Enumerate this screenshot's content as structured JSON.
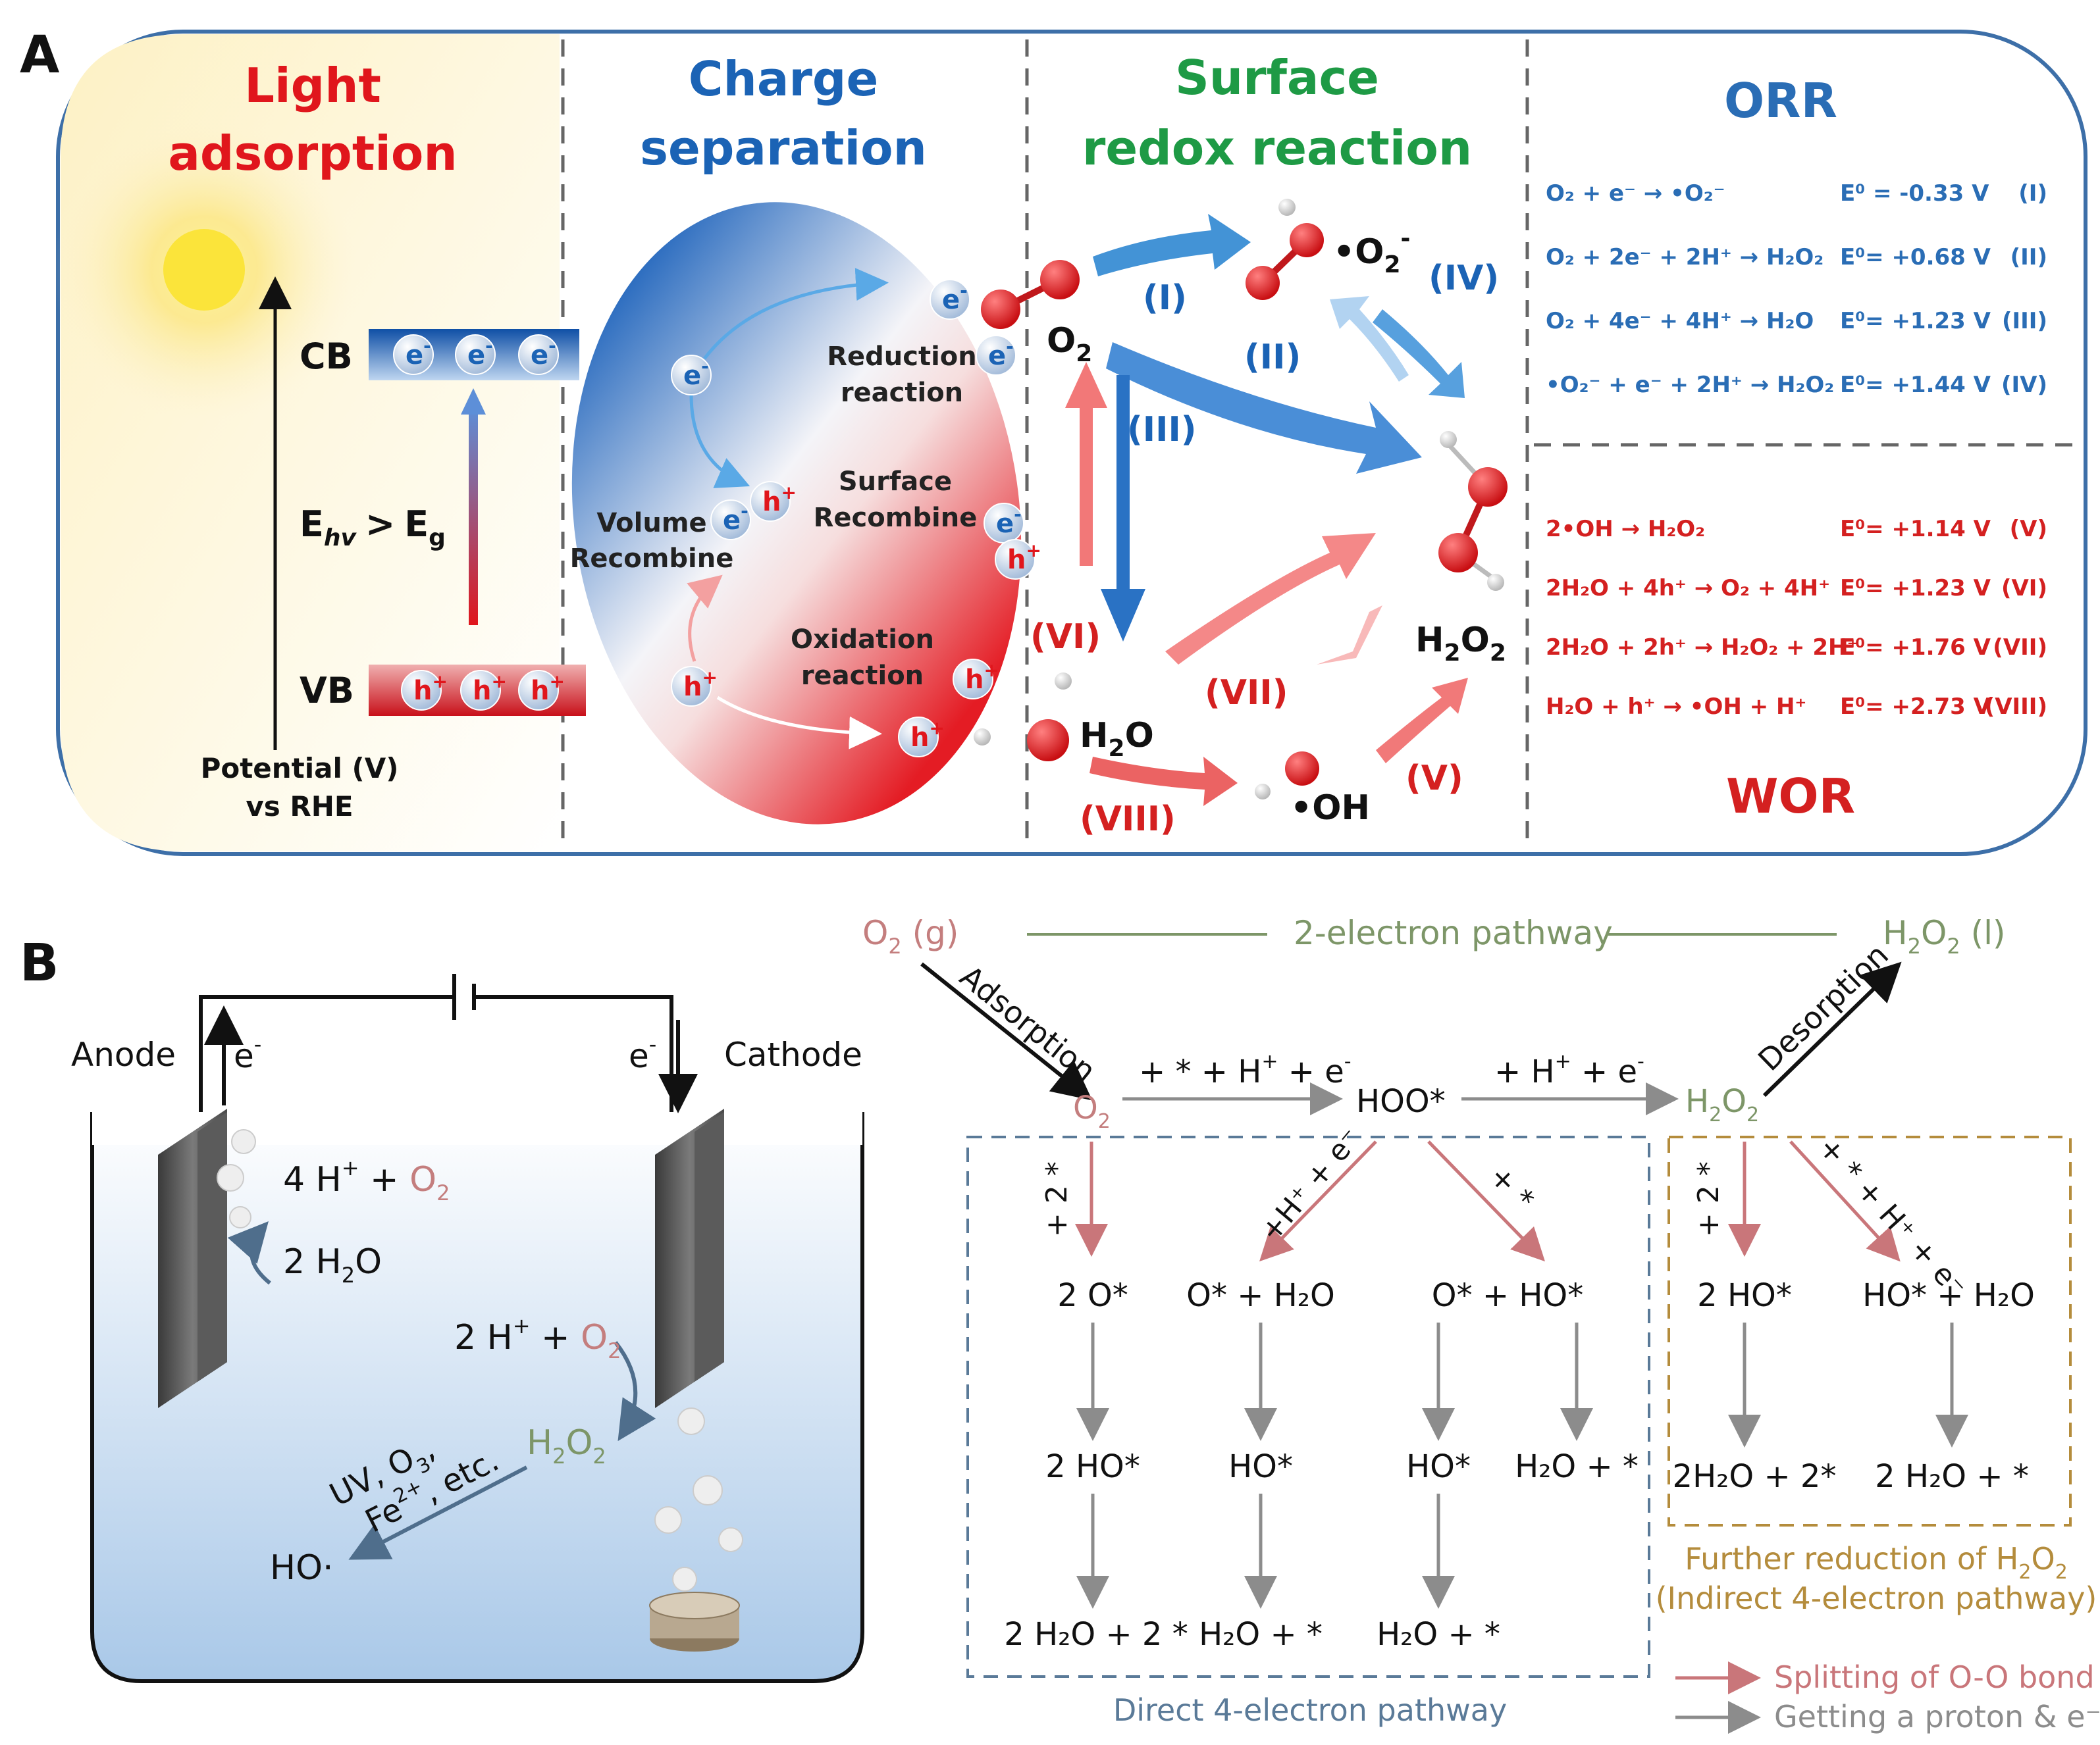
{
  "colors": {
    "red": "#e0161c",
    "blue": "#1b63b5",
    "green": "#1e9a45",
    "orr_blue": "#2a6db5",
    "wor_red": "#d42020",
    "pink_o2": "#c47e7e",
    "olive_h2o2": "#7d9668",
    "tan": "#b48c3c",
    "slate": "#5a7a98",
    "gray_arrow": "#8c8c8c",
    "pink_arrow": "#c9767a"
  },
  "panel_a": {
    "label": "A",
    "headers": {
      "light": [
        "Light",
        "adsorption"
      ],
      "charge": [
        "Charge",
        "separation"
      ],
      "surface": [
        "Surface",
        "redox reaction"
      ],
      "orr": "ORR",
      "wor": "WOR"
    },
    "band": {
      "cb": "CB",
      "vb": "VB",
      "energy": "E",
      "energy_sub": "hv",
      "gt": ">",
      "gap": "E",
      "gap_sub": "g",
      "potential": [
        "Potential (V)",
        "vs RHE"
      ],
      "electron": "e",
      "electron_sup": "-",
      "hole": "h",
      "hole_sup": "+"
    },
    "particle": {
      "reduction": [
        "Reduction",
        "reaction"
      ],
      "surface_recombine": [
        "Surface",
        "Recombine"
      ],
      "volume_recombine": [
        "Volume",
        "Recombine"
      ],
      "oxidation": [
        "Oxidation",
        "reaction"
      ]
    },
    "species": {
      "o2": "O",
      "o2_sub": "2",
      "superoxide": "•O",
      "superoxide_sub": "2",
      "superoxide_sup": "-",
      "h2o2": "H",
      "h2o2_sub1": "2",
      "h2o2_o": "O",
      "h2o2_sub2": "2",
      "h2o": "H",
      "h2o_sub": "2",
      "h2o_o": "O",
      "oh": "•OH"
    },
    "path_labels": [
      "(I)",
      "(II)",
      "(III)",
      "(IV)",
      "(V)",
      "(VI)",
      "(VII)",
      "(VIII)"
    ],
    "orr_equations": [
      {
        "lhs": "O₂ + e⁻ → •O₂⁻",
        "e0": "E⁰ = -0.33 V",
        "num": "(I)"
      },
      {
        "lhs": "O₂ + 2e⁻ + 2H⁺ → H₂O₂",
        "e0": "E⁰= +0.68 V",
        "num": "(II)"
      },
      {
        "lhs": "O₂ + 4e⁻ + 4H⁺ → H₂O",
        "e0": "E⁰= +1.23 V",
        "num": "(III)"
      },
      {
        "lhs": "•O₂⁻ + e⁻ + 2H⁺ → H₂O₂",
        "e0": "E⁰= +1.44 V",
        "num": "(IV)"
      }
    ],
    "wor_equations": [
      {
        "lhs": "2•OH → H₂O₂",
        "e0": "E⁰= +1.14 V",
        "num": "(V)"
      },
      {
        "lhs": "2H₂O + 4h⁺ → O₂ + 4H⁺",
        "e0": "E⁰= +1.23 V",
        "num": "(VI)"
      },
      {
        "lhs": "2H₂O + 2h⁺ → H₂O₂ + 2H⁺",
        "e0": "E⁰= +1.76 V",
        "num": "(VII)"
      },
      {
        "lhs": "H₂O + h⁺ → •OH + H⁺",
        "e0": "E⁰= +2.73 V",
        "num": "(VIII)"
      }
    ]
  },
  "panel_b": {
    "label": "B",
    "cell": {
      "anode": "Anode",
      "cathode": "Cathode",
      "e_left": "e",
      "e_right": "e",
      "e_sup": "-",
      "anode_top": [
        "4 H",
        "+",
        " + ",
        "O",
        "2"
      ],
      "anode_bottom": [
        "2 H",
        "2",
        "O"
      ],
      "cathode_reactant": [
        "2 H",
        "+",
        " + ",
        "O",
        "2"
      ],
      "h2o2": [
        "H",
        "2",
        "O",
        "2"
      ],
      "activators": [
        "UV, O",
        "3",
        ",",
        "Fe",
        "2+",
        ", etc."
      ],
      "radical": "HO·"
    },
    "pathway": {
      "o2g": [
        "O",
        "2",
        " (g)"
      ],
      "two_electron": "2-electron pathway",
      "h2o2l": [
        "H",
        "2",
        "O",
        "2",
        " (l)"
      ],
      "adsorption": "Adsorption",
      "desorption": "Desorption",
      "o2_ads": [
        "O",
        "2"
      ],
      "step1": [
        "+ * + H",
        "+",
        " + e",
        "-"
      ],
      "hoo": "HOO*",
      "step2": [
        "+ H",
        "+",
        " + e",
        "-"
      ],
      "h2o2_ads": [
        "H",
        "2",
        "O",
        "2"
      ],
      "plus2": "+ 2 *",
      "h_e": "+H⁺ + e⁻",
      "star": "+ *",
      "plus2b": "+ 2 *",
      "star_h_e": "+ * + H⁺ + e⁻",
      "row1": [
        "2 O*",
        "O* + H₂O",
        "O* + HO*",
        "2 HO*",
        "HO* + H₂O"
      ],
      "row2": [
        "2 HO*",
        "HO*",
        "HO*",
        "H₂O + *",
        "2H₂O + 2*",
        "2 H₂O + *"
      ],
      "row3": [
        "2 H₂O + 2 *",
        "H₂O + *",
        "H₂O + *"
      ],
      "direct": "Direct 4-electron pathway",
      "further": [
        "Further reduction of H",
        "2",
        "O",
        "2"
      ],
      "indirect": "(Indirect 4-electron pathway)",
      "legend_split": "Splitting of O-O bond",
      "legend_proton": "Getting a proton & e⁻"
    }
  }
}
